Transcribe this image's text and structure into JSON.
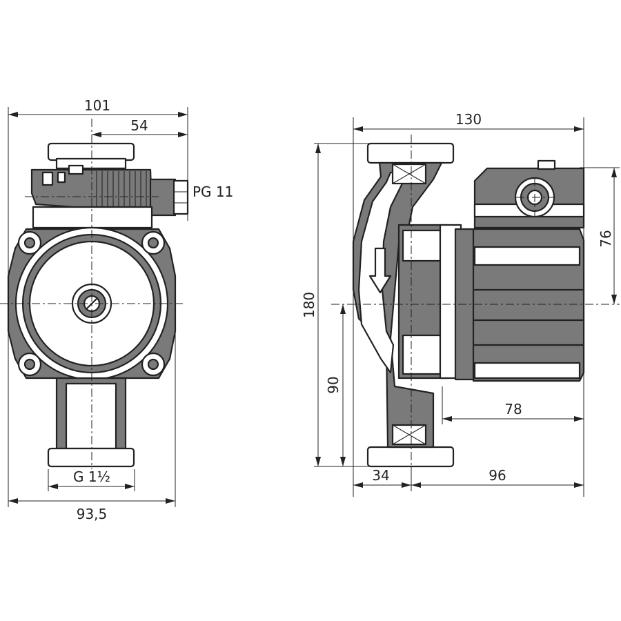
{
  "front_view": {
    "dim_overall_width": "101",
    "dim_to_center": "54",
    "cable_gland": "PG 11",
    "dim_connection": "G 1½",
    "dim_bottom_width": "93,5"
  },
  "side_view": {
    "dim_length": "130",
    "dim_height": "180",
    "dim_motor_height": "76",
    "dim_half_height": "90",
    "dim_motor_length": "78",
    "dim_flange_offset": "34",
    "dim_motor_span": "96"
  }
}
